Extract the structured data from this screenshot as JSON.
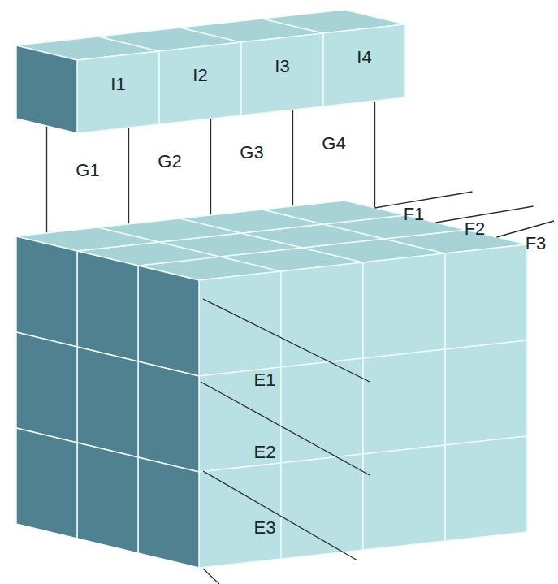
{
  "diagram": {
    "nodes": [
      {
        "text": [
          "I1"
        ]
      },
      {
        "text": [
          "I2"
        ]
      },
      {
        "text": [
          "I3"
        ]
      },
      {
        "text": [
          "I4"
        ]
      }
    ],
    "labels": [
      "G1",
      "G2",
      "G3",
      "G4",
      "F1",
      "F2",
      "F3",
      "E1",
      "E2",
      "E3"
    ]
  }
}
